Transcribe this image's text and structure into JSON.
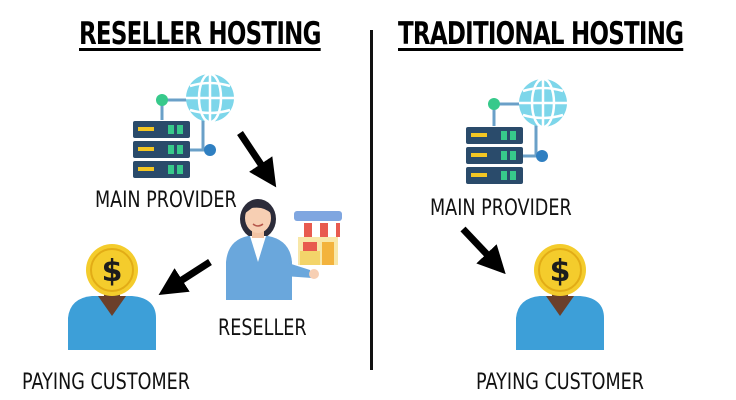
{
  "left": {
    "title": "RESELLER HOSTING",
    "provider_label": "MAIN PROVIDER",
    "reseller_label": "RESELLER",
    "customer_label": "PAYING CUSTOMER"
  },
  "right": {
    "title": "TRADITIONAL HOSTING",
    "provider_label": "MAIN PROVIDER",
    "customer_label": "PAYING CUSTOMER"
  },
  "icons": {
    "server": "server-stack-icon",
    "globe": "globe-icon",
    "coin": "dollar-coin-icon",
    "person": "customer-person-icon",
    "reseller": "businesswoman-icon",
    "store": "storefront-icon",
    "arrow": "arrow-icon"
  },
  "colors": {
    "server_dark": "#2a4b6b",
    "server_led_green": "#37c98b",
    "server_led_yellow": "#f3c623",
    "globe": "#7dd6ea",
    "coin": "#f4cc2c",
    "customer_shirt": "#3d9fd8",
    "reseller_jacket": "#6aa7dc",
    "store_awning_red": "#e85a4f",
    "arrow": "#000000"
  },
  "symbols": {
    "currency": "$"
  }
}
